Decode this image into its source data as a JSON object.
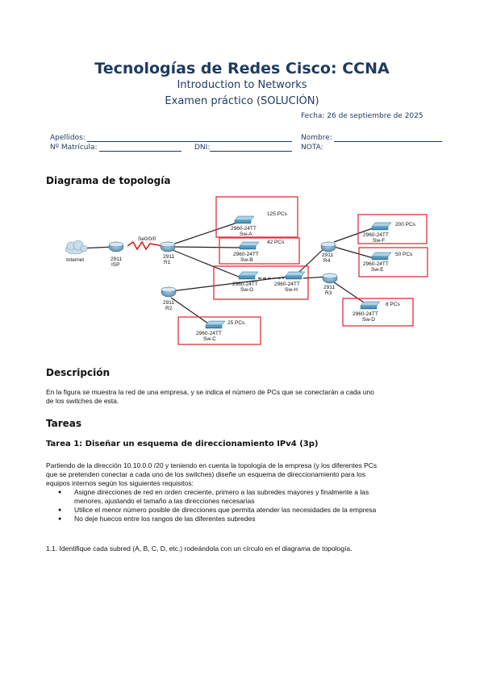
{
  "header": {
    "title": "Tecnologías de Redes Cisco: CCNA",
    "subtitle": "Introduction to Networks",
    "exam": "Examen práctico (SOLUCIÓN)",
    "date": "Fecha: 26 de septiembre de 2025"
  },
  "form": {
    "apellidos": "Apellidos:",
    "nombre": "Nombre:",
    "matricula": "Nº Matrícula:",
    "dni": "DNI:",
    "nota": "NOTA:"
  },
  "topology": {
    "heading": "Diagrama de topología",
    "internet": "Internet",
    "isp_model": "2911",
    "isp": "ISP",
    "link": "Se0/0/0",
    "r1_model": "2911",
    "r1": "R1",
    "r2_model": "2911",
    "r2": "R2",
    "r3_model": "2911",
    "r3": "R3",
    "r4_model": "2911",
    "r4": "R4",
    "switch_model": "2960-24TT",
    "sw_a": "Sw-A",
    "sw_b": "Sw-B",
    "sw_c": "Sw-C",
    "sw_d": "Sw-D",
    "sw_e": "Sw-E",
    "sw_f": "Sw-F",
    "sw_g": "Sw-G",
    "sw_h": "Sw-H",
    "pcs_a": "125 PCs",
    "pcs_b": "42 PCs",
    "pcs_c": "25 PCs",
    "pcs_d": "8 PCs",
    "pcs_e": "50 PCs",
    "pcs_f": "200 PCs"
  },
  "description": {
    "heading": "Descripción",
    "line1": "En la figura se muestra la red de una empresa, y se indica el número de PCs que se conectarán a cada uno",
    "line2": "de los switches de esta."
  },
  "tasks": {
    "heading": "Tareas",
    "task1_title": "Tarea 1: Diseñar un esquema de direccionamiento IPv4 (3p)",
    "p1": "Partiendo de la dirección 10.10.0.0 /20 y teniendo en cuenta la topología de la empresa (y los diferentes PCs",
    "p2": "que se pretenden conectar a cada uno de los switches) diseñe un esquema de direccionamiento para los",
    "p3": "equipos internos según los siguientes requisitos:",
    "b1a": "Asigne direcciones de red en orden creciente, primero a las subredes mayores y finalmente a las",
    "b1b": "menores, ajustando el tamaño a las direcciones necesarias",
    "b2": "Utilice el menor número posible de direcciones que permita atender las necesidades de la empresa",
    "b3": "No deje huecos entre los rangos de las diferentes subredes",
    "q11": "1.1. Identifique cada subred (A, B, C, D, etc.) rodeándola con un círculo en el diagrama de topología."
  },
  "colors": {
    "accent": "#1f3a5f",
    "highlight_box": "#e0303a",
    "serial_link": "#d42020"
  }
}
